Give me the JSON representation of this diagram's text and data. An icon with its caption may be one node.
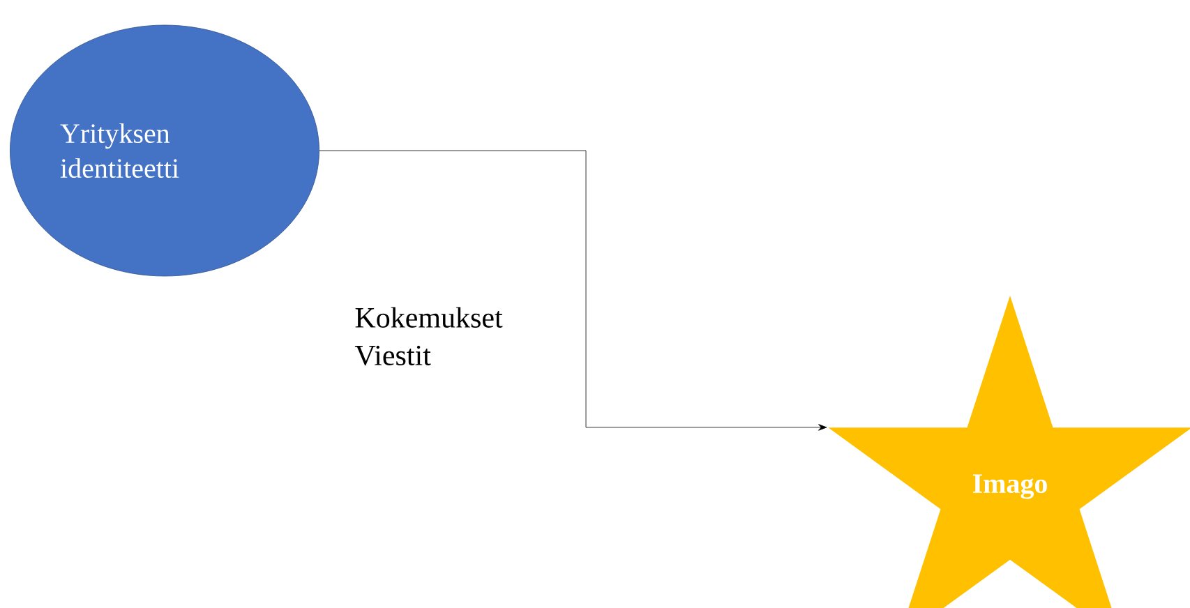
{
  "diagram": {
    "nodes": [
      {
        "text": [
          "Yrityksen identiteetti"
        ]
      },
      {
        "text": [
          "Imago"
        ]
      }
    ],
    "edges": [
      {
        "from": 0,
        "to": 1,
        "arrow": "to",
        "label": "Kokemukset Viestit"
      }
    ]
  }
}
